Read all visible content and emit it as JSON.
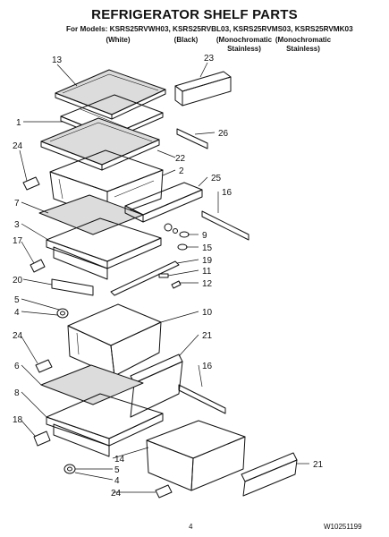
{
  "title": "REFRIGERATOR SHELF PARTS",
  "models_label": "For Models: KSRS25RVWH03, KSRS25RVBL03, KSRS25RVMS03, KSRS25RVMK03",
  "variants": [
    {
      "line1": "(White)",
      "line2": ""
    },
    {
      "line1": "(Black)",
      "line2": ""
    },
    {
      "line1": "(Monochromatic",
      "line2": "Stainless)"
    },
    {
      "line1": "(Monochromatic",
      "line2": "Stainless)"
    }
  ],
  "callouts": [
    "13",
    "23",
    "1",
    "26",
    "24",
    "22",
    "2",
    "25",
    "7",
    "16",
    "3",
    "9",
    "15",
    "17",
    "19",
    "20",
    "11",
    "12",
    "5",
    "4",
    "10",
    "24",
    "21",
    "6",
    "16",
    "8",
    "18",
    "5",
    "14",
    "21",
    "4",
    "24"
  ],
  "page_number": "4",
  "doc_number": "W10251199",
  "colors": {
    "line": "#111111",
    "glass": "#dcdcdc",
    "paper": "#ffffff"
  }
}
